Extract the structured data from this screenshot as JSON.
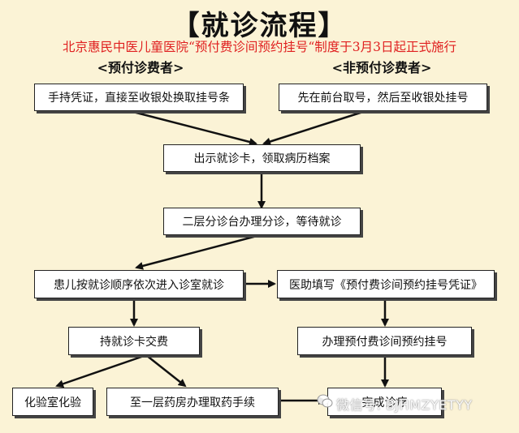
{
  "title": "【就诊流程】",
  "subtitle": "北京惠民中医儿童医院“预付费诊间预约挂号“制度于3月3日起正式施行",
  "col_left_label": "<预付诊费者>",
  "col_right_label": "<非预付诊费者>",
  "nodes": {
    "n1": "手持凭证，直接至收银处换取挂号条",
    "n2": "先在前台取号，然后至收银处挂号",
    "n3": "出示就诊卡，领取病历档案",
    "n4": "二层分诊台办理分诊，等待就诊",
    "n5": "患儿按就诊顺序依次进入诊室就诊",
    "n6": "医助填写《预付费诊间预约挂号凭证》",
    "n7": "持就诊卡交费",
    "n8": "办理预付费诊间预约挂号",
    "n9": "化验室化验",
    "n10": "至一层药房办理取药手续",
    "n11": "完成诊疗"
  },
  "watermark": "微信号: BJHMZYETYY",
  "colors": {
    "background": "#fbf3d6",
    "subtitle": "#e02020",
    "box_border": "#222222",
    "arrow": "#111111"
  }
}
